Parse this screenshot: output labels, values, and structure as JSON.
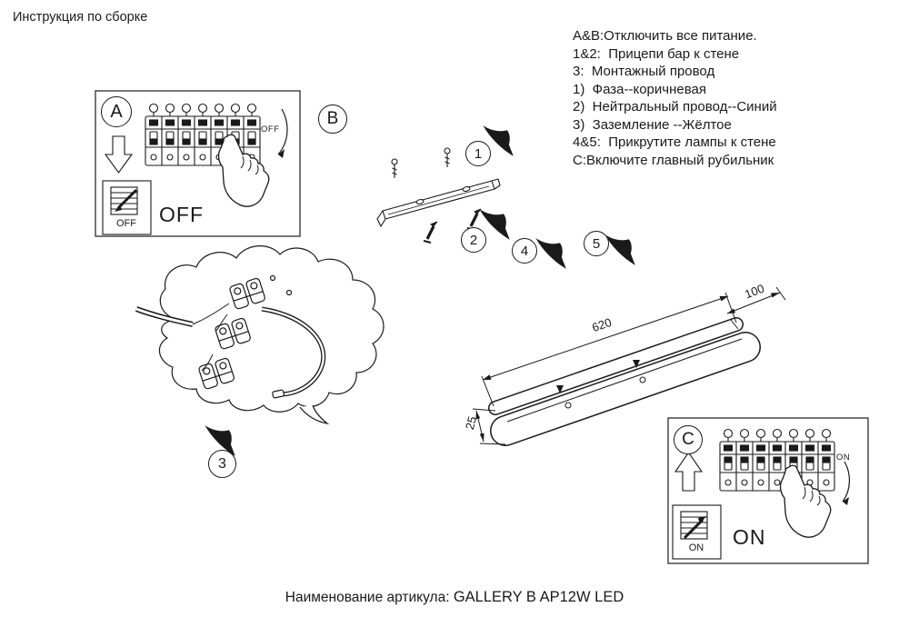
{
  "header": {
    "title": "Инструкция по сборке"
  },
  "instructions": [
    "A&B:Отключить все питание.",
    "1&2:  Прицепи бар к стене",
    "3:  Монтажный провод",
    "1)  Фаза--коричневая",
    "2)  Нейтральный провод--Синий",
    "3)  Заземление --Жёлтое",
    "4&5:  Прикрутите лампы к стене",
    "C:Включите главный рубильник"
  ],
  "panel_a": {
    "label": "A",
    "breaker_state": "OFF",
    "icon_label": "OFF",
    "big_label": "OFF"
  },
  "panel_c": {
    "label": "C",
    "breaker_state": "ON",
    "icon_label": "ON",
    "big_label": "ON"
  },
  "callout_b": "B",
  "steps": {
    "s1": "1",
    "s2": "2",
    "s3": "3",
    "s4": "4",
    "s5": "5"
  },
  "dimensions": {
    "length": "620",
    "width": "100",
    "height": "25"
  },
  "footer": {
    "label": "Наименование артикула:",
    "product": "GALLERY B AP12W LED"
  },
  "colors": {
    "ink": "#1a1a1a",
    "paper": "#ffffff"
  }
}
